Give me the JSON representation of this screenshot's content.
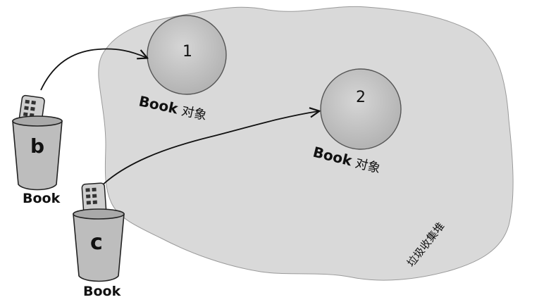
{
  "heap": {
    "label": "垃圾收集堆",
    "color": "#d9d9d9"
  },
  "objects": [
    {
      "number": "1",
      "label_en": "Book",
      "label_cn": "对象"
    },
    {
      "number": "2",
      "label_en": "Book",
      "label_cn": "对象"
    }
  ],
  "references": [
    {
      "variable": "b",
      "type": "Book",
      "points_to": "1"
    },
    {
      "variable": "c",
      "type": "Book",
      "points_to": "2"
    }
  ],
  "colors": {
    "object_fill": "#c8c8c8",
    "cup_fill": "#bdbdbd",
    "remote_fill": "#cfcfcf",
    "ink": "#111111"
  }
}
